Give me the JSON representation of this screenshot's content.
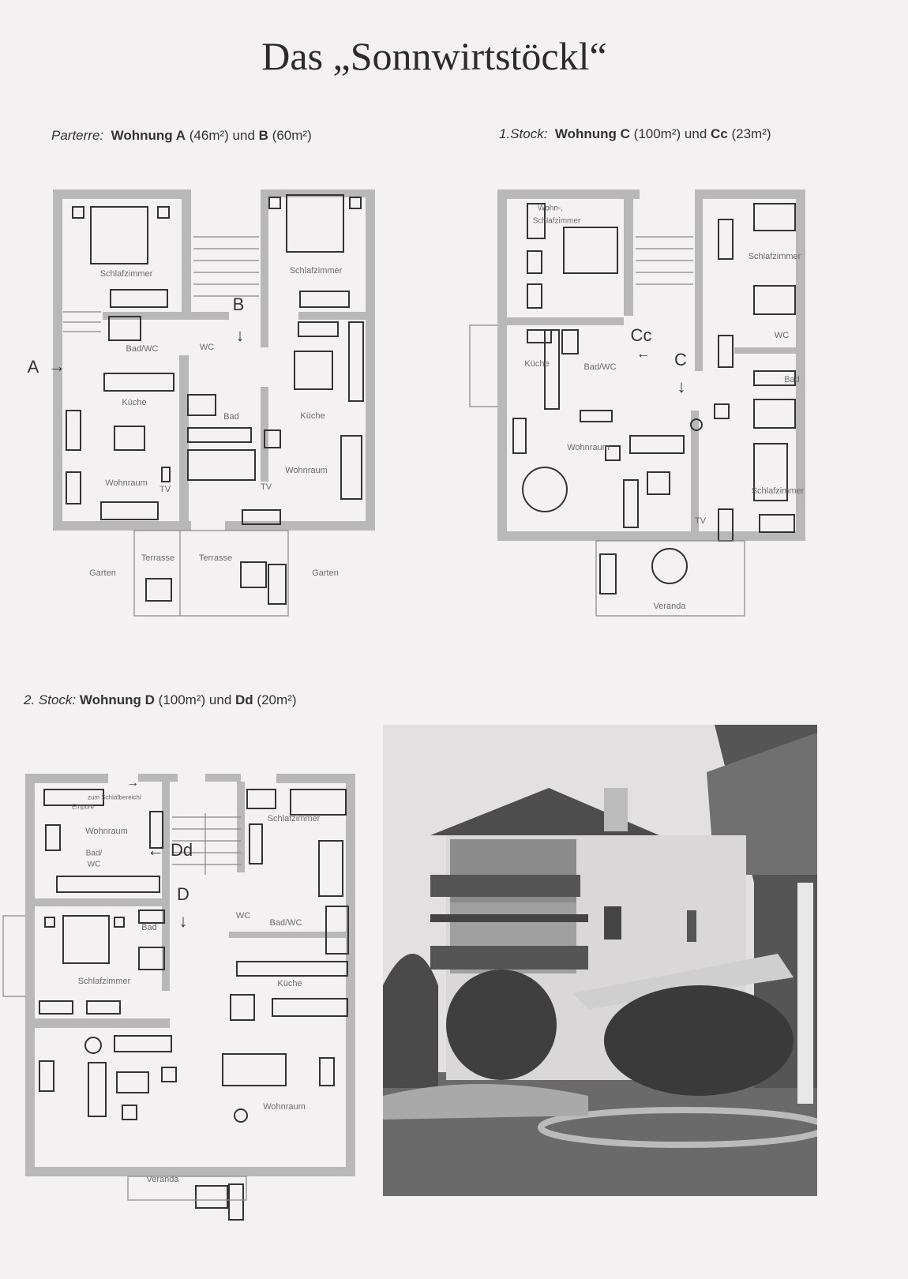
{
  "title": "Das „Sonnwirtstöckl“",
  "captions": {
    "parterre": {
      "floor": "Parterre:",
      "w1": "Wohnung A",
      "s1": "(46m²)",
      "und": "und",
      "w2": "B",
      "s2": "(60m²)"
    },
    "stock1": {
      "floor": "1.Stock:",
      "w1": "Wohnung C",
      "s1": "(100m²)",
      "und": "und",
      "w2": "Cc",
      "s2": "(23m²)"
    },
    "stock2": {
      "floor": "2. Stock:",
      "w1": "Wohnung D",
      "s1": "(100m²)",
      "und": "und",
      "w2": "Dd",
      "s2": "(20m²)"
    }
  },
  "plan_parterre": {
    "labels": [
      "Schlafzimmer",
      "Schlafzimmer",
      "B",
      "Bad/WC",
      "WC",
      "A",
      "Küche",
      "Bad",
      "Küche",
      "Wohnraum",
      "TV",
      "Wohnraum",
      "TV",
      "Terrasse",
      "Terrasse",
      "Garten",
      "Garten"
    ]
  },
  "plan_stock1": {
    "labels": [
      "Wohn-,",
      "Schlafzimmer",
      "Schlafzimmer",
      "Cc",
      "WC",
      "C",
      "Küche",
      "Bad/WC",
      "Bad",
      "Wohnraum",
      "Schlafzimmer",
      "TV",
      "Veranda"
    ]
  },
  "plan_stock2": {
    "labels": [
      "zum Schlafbereich/",
      "Empore",
      "Wohnraum",
      "Bad/",
      "WC",
      "Dd",
      "D",
      "Bad",
      "WC",
      "Bad/WC",
      "Schlafzimmer",
      "Küche",
      "Schlafzimmer",
      "Wohnraum",
      "Veranda"
    ]
  }
}
